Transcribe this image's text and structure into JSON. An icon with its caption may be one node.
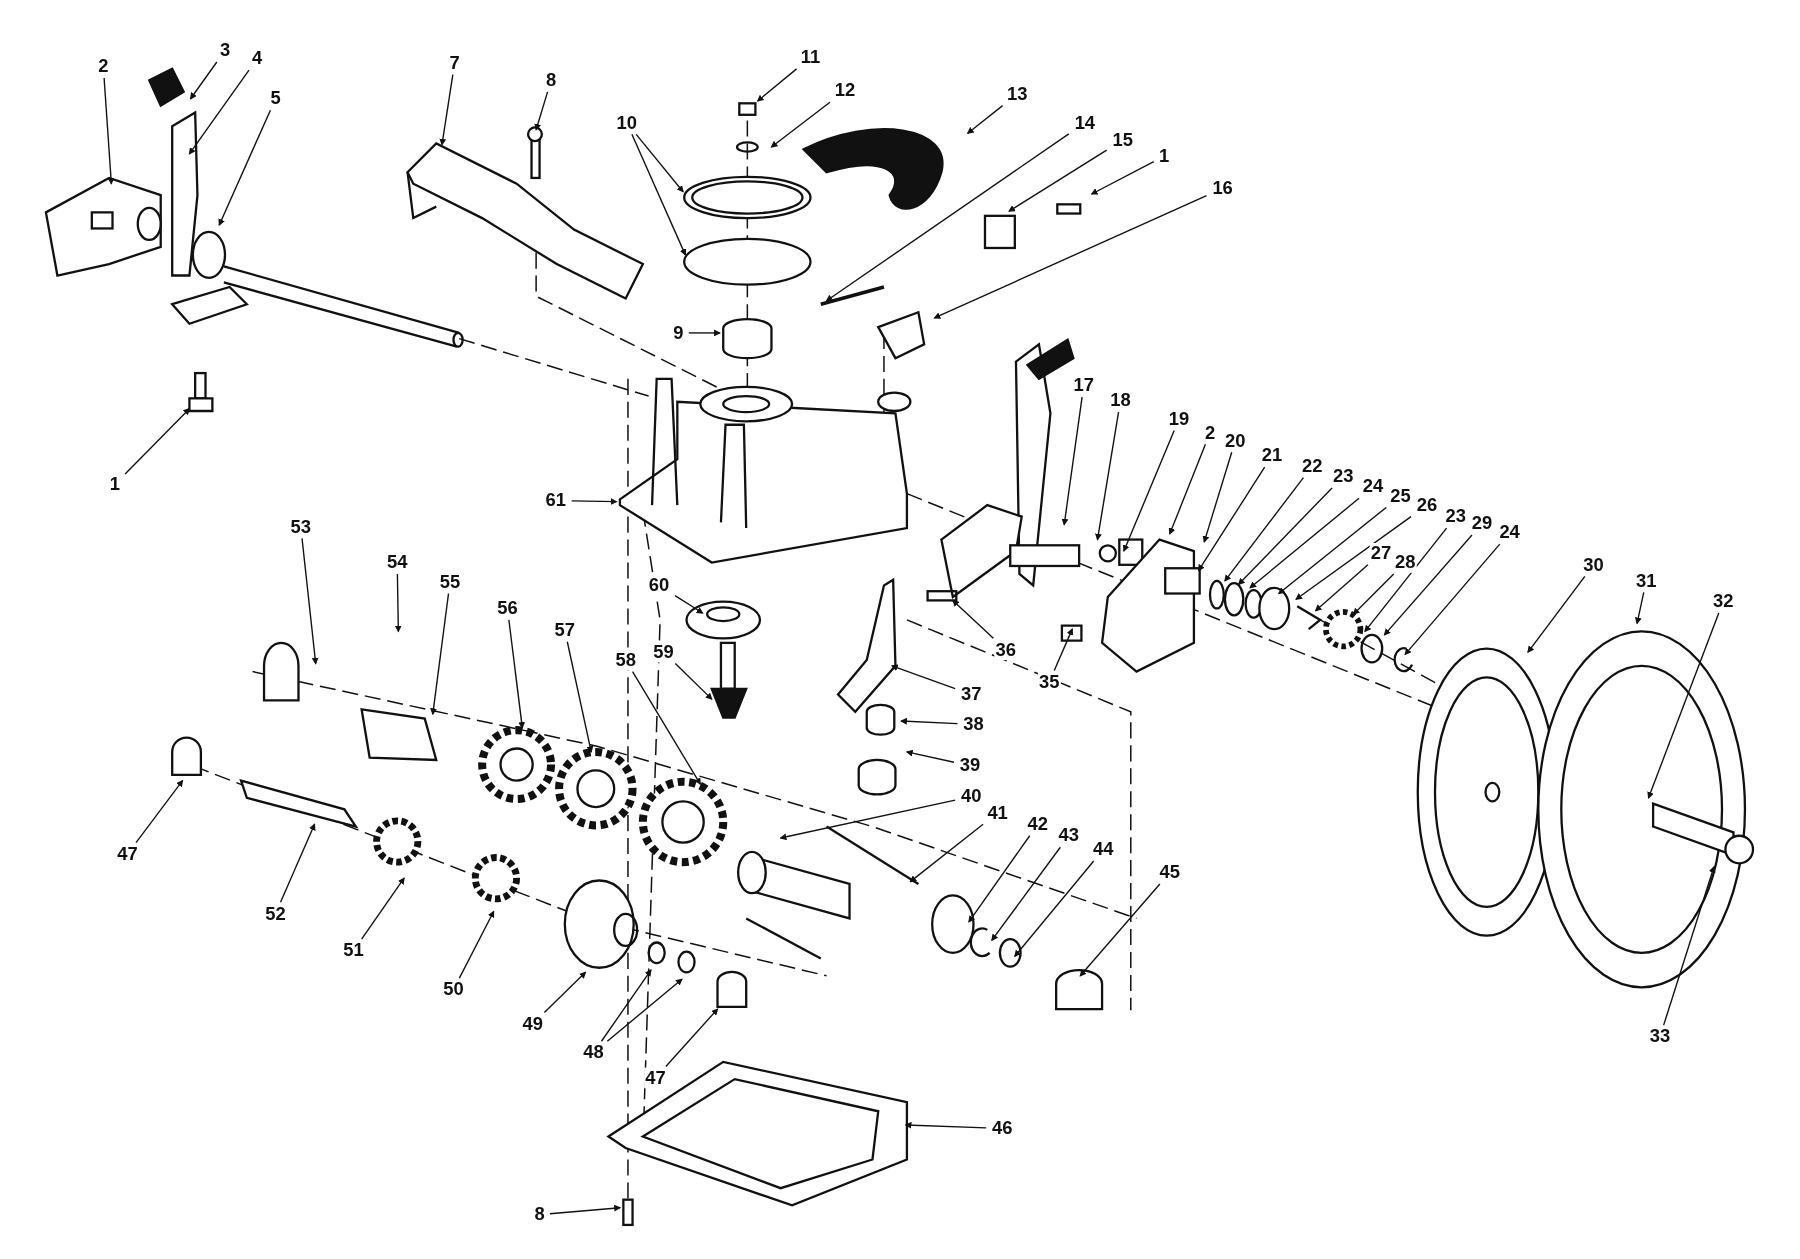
{
  "diagram": {
    "nodes": [
      {
        "text": [
          "11"
        ]
      },
      {
        "text": [
          "4"
        ]
      },
      {
        "text": [
          "3"
        ]
      },
      {
        "text": [
          "7"
        ]
      },
      {
        "text": [
          "12"
        ]
      },
      {
        "text": [
          "2"
        ]
      },
      {
        "text": [
          "8"
        ]
      },
      {
        "text": [
          "13"
        ]
      },
      {
        "text": [
          "10"
        ]
      },
      {
        "text": [
          "5"
        ]
      },
      {
        "text": [
          "14"
        ]
      },
      {
        "text": [
          "15"
        ]
      },
      {
        "text": [
          "1"
        ]
      },
      {
        "text": [
          "16"
        ]
      },
      {
        "text": [
          "9"
        ]
      },
      {
        "text": [
          "17"
        ]
      },
      {
        "text": [
          "18"
        ]
      },
      {
        "text": [
          "19"
        ]
      },
      {
        "text": [
          "2"
        ]
      },
      {
        "text": [
          "20"
        ]
      },
      {
        "text": [
          "21"
        ]
      },
      {
        "text": [
          "22"
        ]
      },
      {
        "text": [
          "23"
        ]
      },
      {
        "text": [
          "24"
        ]
      },
      {
        "text": [
          "25"
        ]
      },
      {
        "text": [
          "26"
        ]
      },
      {
        "text": [
          "23"
        ]
      },
      {
        "text": [
          "29"
        ]
      },
      {
        "text": [
          "24"
        ]
      },
      {
        "text": [
          "1"
        ]
      },
      {
        "text": [
          "61"
        ]
      },
      {
        "text": [
          "53"
        ]
      },
      {
        "text": [
          "27"
        ]
      },
      {
        "text": [
          "28"
        ]
      },
      {
        "text": [
          "30"
        ]
      },
      {
        "text": [
          "54"
        ]
      },
      {
        "text": [
          "31"
        ]
      },
      {
        "text": [
          "55"
        ]
      },
      {
        "text": [
          "60"
        ]
      },
      {
        "text": [
          "32"
        ]
      },
      {
        "text": [
          "56"
        ]
      },
      {
        "text": [
          "57"
        ]
      },
      {
        "text": [
          "58"
        ]
      },
      {
        "text": [
          "59"
        ]
      },
      {
        "text": [
          "36"
        ]
      },
      {
        "text": [
          "35"
        ]
      },
      {
        "text": [
          "37"
        ]
      },
      {
        "text": [
          "38"
        ]
      },
      {
        "text": [
          "39"
        ]
      },
      {
        "text": [
          "40"
        ]
      },
      {
        "text": [
          "41"
        ]
      },
      {
        "text": [
          "42"
        ]
      },
      {
        "text": [
          "43"
        ]
      },
      {
        "text": [
          "44"
        ]
      },
      {
        "text": [
          "47"
        ]
      },
      {
        "text": [
          "45"
        ]
      },
      {
        "text": [
          "52"
        ]
      },
      {
        "text": [
          "51"
        ]
      },
      {
        "text": [
          "50"
        ]
      },
      {
        "text": [
          "49"
        ]
      },
      {
        "text": [
          "48"
        ]
      },
      {
        "text": [
          "47"
        ]
      },
      {
        "text": [
          "46"
        ]
      },
      {
        "text": [
          "33"
        ]
      },
      {
        "text": [
          "8"
        ]
      }
    ],
    "edges": [
      {
        "from": 0,
        "to": null,
        "arrow": "to"
      },
      {
        "from": 1,
        "to": null,
        "arrow": "to"
      },
      {
        "from": 2,
        "to": null,
        "arrow": "to"
      },
      {
        "from": 3,
        "to": null,
        "arrow": "to"
      },
      {
        "from": 4,
        "to": null,
        "arrow": "to"
      },
      {
        "from": 5,
        "to": null,
        "arrow": "to"
      },
      {
        "from": 6,
        "to": null,
        "arrow": "to"
      },
      {
        "from": 7,
        "to": null,
        "arrow": "to"
      },
      {
        "from": 8,
        "to": null,
        "arrow": "to"
      },
      {
        "from": 8,
        "to": null,
        "arrow": "to"
      },
      {
        "from": 9,
        "to": null,
        "arrow": "to"
      },
      {
        "from": 10,
        "to": null,
        "arrow": "to"
      },
      {
        "from": 11,
        "to": null,
        "arrow": "to"
      },
      {
        "from": 12,
        "to": null,
        "arrow": "to"
      },
      {
        "from": 13,
        "to": null,
        "arrow": "to"
      },
      {
        "from": 14,
        "to": null,
        "arrow": "to"
      },
      {
        "from": 15,
        "to": null,
        "arrow": "to"
      },
      {
        "from": 16,
        "to": null,
        "arrow": "to"
      },
      {
        "from": 17,
        "to": null,
        "arrow": "to"
      },
      {
        "from": 18,
        "to": null,
        "arrow": "to"
      },
      {
        "from": 19,
        "to": null,
        "arrow": "to"
      },
      {
        "from": 20,
        "to": null,
        "arrow": "to"
      },
      {
        "from": 21,
        "to": null,
        "arrow": "to"
      },
      {
        "from": 22,
        "to": null,
        "arrow": "to"
      },
      {
        "from": 23,
        "to": null,
        "arrow": "to"
      },
      {
        "from": 24,
        "to": null,
        "arrow": "to"
      },
      {
        "from": 25,
        "to": null,
        "arrow": "to"
      },
      {
        "from": 26,
        "to": null,
        "arrow": "to"
      },
      {
        "from": 27,
        "to": null,
        "arrow": "to"
      },
      {
        "from": 28,
        "to": null,
        "arrow": "to"
      },
      {
        "from": 29,
        "to": null,
        "arrow": "to"
      },
      {
        "from": 30,
        "to": null,
        "arrow": "to"
      },
      {
        "from": 31,
        "to": null,
        "arrow": "to"
      },
      {
        "from": 32,
        "to": null,
        "arrow": "to"
      },
      {
        "from": 33,
        "to": null,
        "arrow": "to"
      },
      {
        "from": 34,
        "to": null,
        "arrow": "to"
      },
      {
        "from": 35,
        "to": null,
        "arrow": "to"
      },
      {
        "from": 36,
        "to": null,
        "arrow": "to"
      },
      {
        "from": 37,
        "to": null,
        "arrow": "to"
      },
      {
        "from": 38,
        "to": null,
        "arrow": "to"
      },
      {
        "from": 39,
        "to": null,
        "arrow": "to"
      },
      {
        "from": 40,
        "to": null,
        "arrow": "to"
      },
      {
        "from": 41,
        "to": null,
        "arrow": "to"
      },
      {
        "from": 42,
        "to": null,
        "arrow": "to"
      },
      {
        "from": 43,
        "to": null,
        "arrow": "to"
      },
      {
        "from": 44,
        "to": null,
        "arrow": "to"
      },
      {
        "from": 45,
        "to": null,
        "arrow": "to"
      },
      {
        "from": 46,
        "to": null,
        "arrow": "to"
      },
      {
        "from": 47,
        "to": null,
        "arrow": "to"
      },
      {
        "from": 48,
        "to": null,
        "arrow": "to"
      },
      {
        "from": 49,
        "to": null,
        "arrow": "to"
      },
      {
        "from": 50,
        "to": null,
        "arrow": "to"
      },
      {
        "from": 51,
        "to": null,
        "arrow": "to"
      },
      {
        "from": 52,
        "to": null,
        "arrow": "to"
      },
      {
        "from": 53,
        "to": null,
        "arrow": "to"
      },
      {
        "from": 54,
        "to": null,
        "arrow": "to"
      },
      {
        "from": 55,
        "to": null,
        "arrow": "to"
      },
      {
        "from": 56,
        "to": null,
        "arrow": "to"
      },
      {
        "from": 57,
        "to": null,
        "arrow": "to"
      },
      {
        "from": 58,
        "to": null,
        "arrow": "to"
      },
      {
        "from": 59,
        "to": null,
        "arrow": "to"
      },
      {
        "from": 60,
        "to": null,
        "arrow": "to"
      },
      {
        "from": 60,
        "to": null,
        "arrow": "to"
      },
      {
        "from": 61,
        "to": null,
        "arrow": "to"
      },
      {
        "from": 62,
        "to": null,
        "arrow": "to"
      },
      {
        "from": 63,
        "to": null,
        "arrow": "to"
      },
      {
        "from": 64,
        "to": null,
        "arrow": "to"
      }
    ]
  }
}
